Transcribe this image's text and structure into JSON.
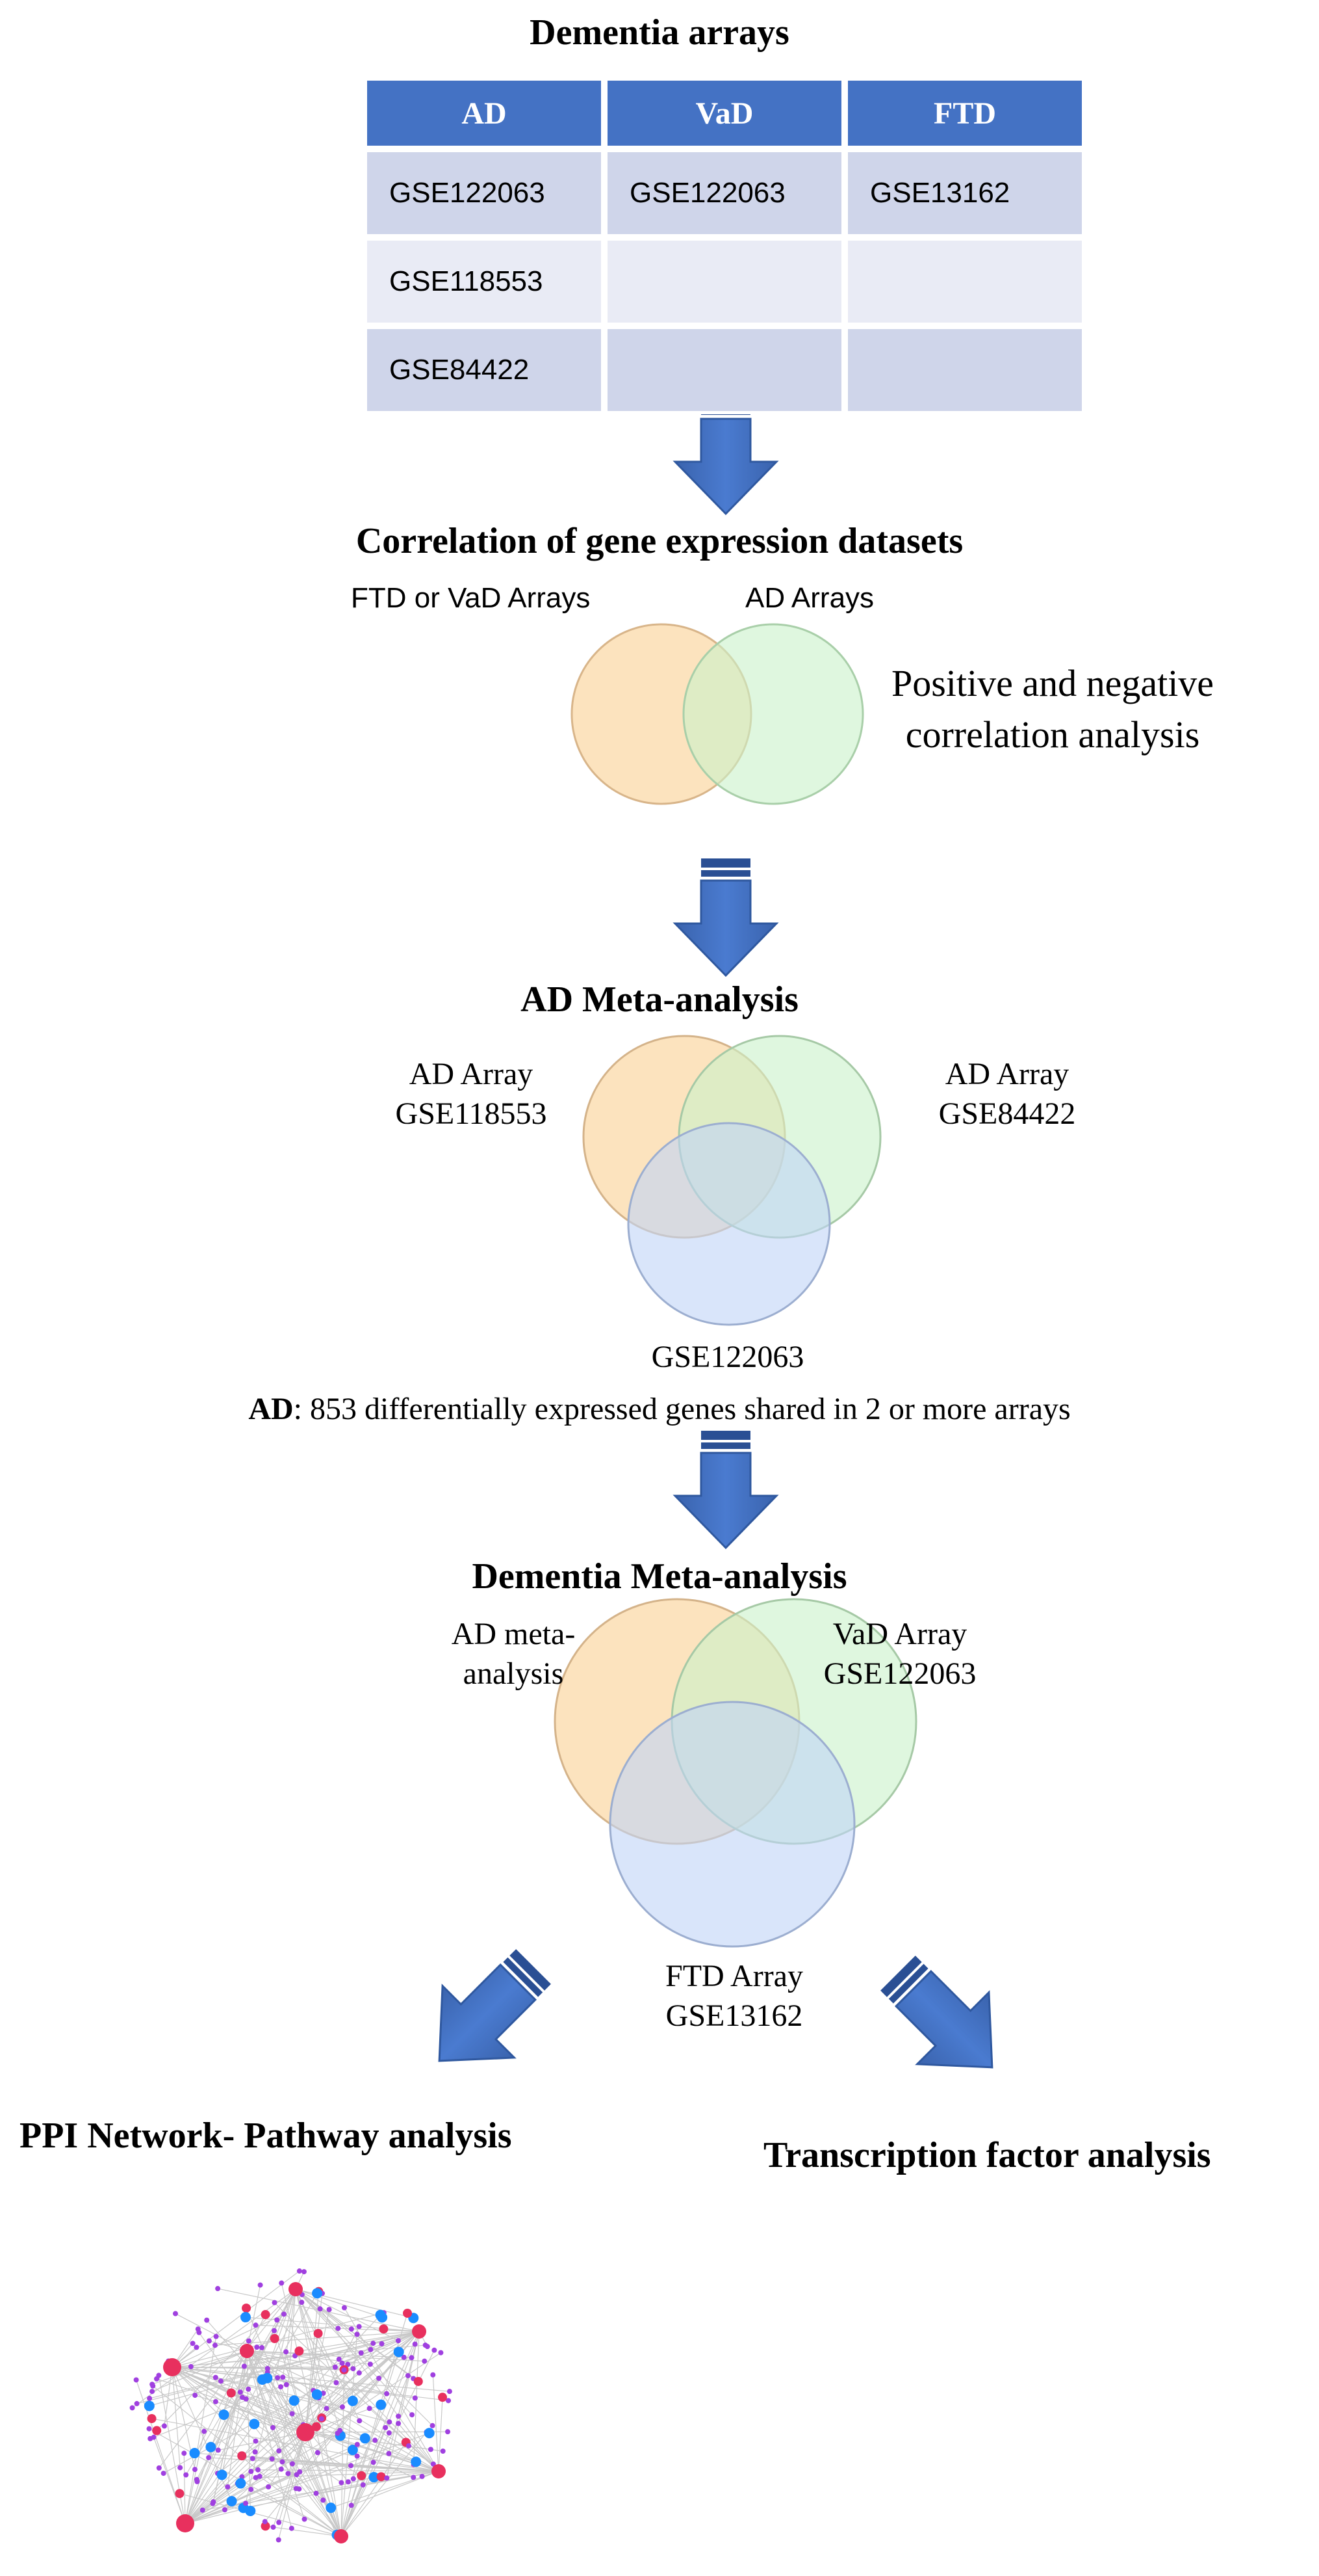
{
  "colors": {
    "table_header": "#4472c4",
    "table_row_dark": "#cfd5ea",
    "table_row_light": "#e9ebf5",
    "arrow": "#4472c4",
    "venn_orange": "#fbd9a8",
    "venn_green": "#c9f2c9",
    "venn_blue": "#bfd3f7",
    "node_red": "#e8305e",
    "node_blue": "#1a8cff",
    "node_purple": "#a040e0"
  },
  "table": {
    "title": "Dementia arrays",
    "headers": [
      "AD",
      "VaD",
      "FTD"
    ],
    "rows": [
      [
        "GSE122063",
        "GSE122063",
        "GSE13162"
      ],
      [
        "GSE118553",
        "",
        ""
      ],
      [
        "GSE84422",
        "",
        ""
      ]
    ]
  },
  "correlation": {
    "title": "Correlation of gene expression datasets",
    "left_label": "FTD or VaD Arrays",
    "right_label": "AD Arrays",
    "analysis_line1": "Positive and negative",
    "analysis_line2": "correlation analysis"
  },
  "ad_meta": {
    "title": "AD Meta-analysis",
    "left_line1": "AD Array",
    "left_line2": "GSE118553",
    "right_line1": "AD Array",
    "right_line2": "GSE84422",
    "bottom_label": "GSE122063",
    "summary_bold": "AD",
    "summary_rest": ": 853 differentially expressed genes shared in 2 or more arrays"
  },
  "dementia_meta": {
    "title": "Dementia Meta-analysis",
    "left_line1": "AD meta-",
    "left_line2": "analysis",
    "right_line1": "VaD Array",
    "right_line2": "GSE122063",
    "bottom_line1": "FTD Array",
    "bottom_line2": "GSE13162"
  },
  "outputs": {
    "ppi_title": "PPI Network- Pathway analysis",
    "tf_title": "Transcription factor analysis"
  },
  "icons": [
    "down-arrow-icon",
    "diagonal-arrow-icon",
    "network-graph-icon"
  ]
}
